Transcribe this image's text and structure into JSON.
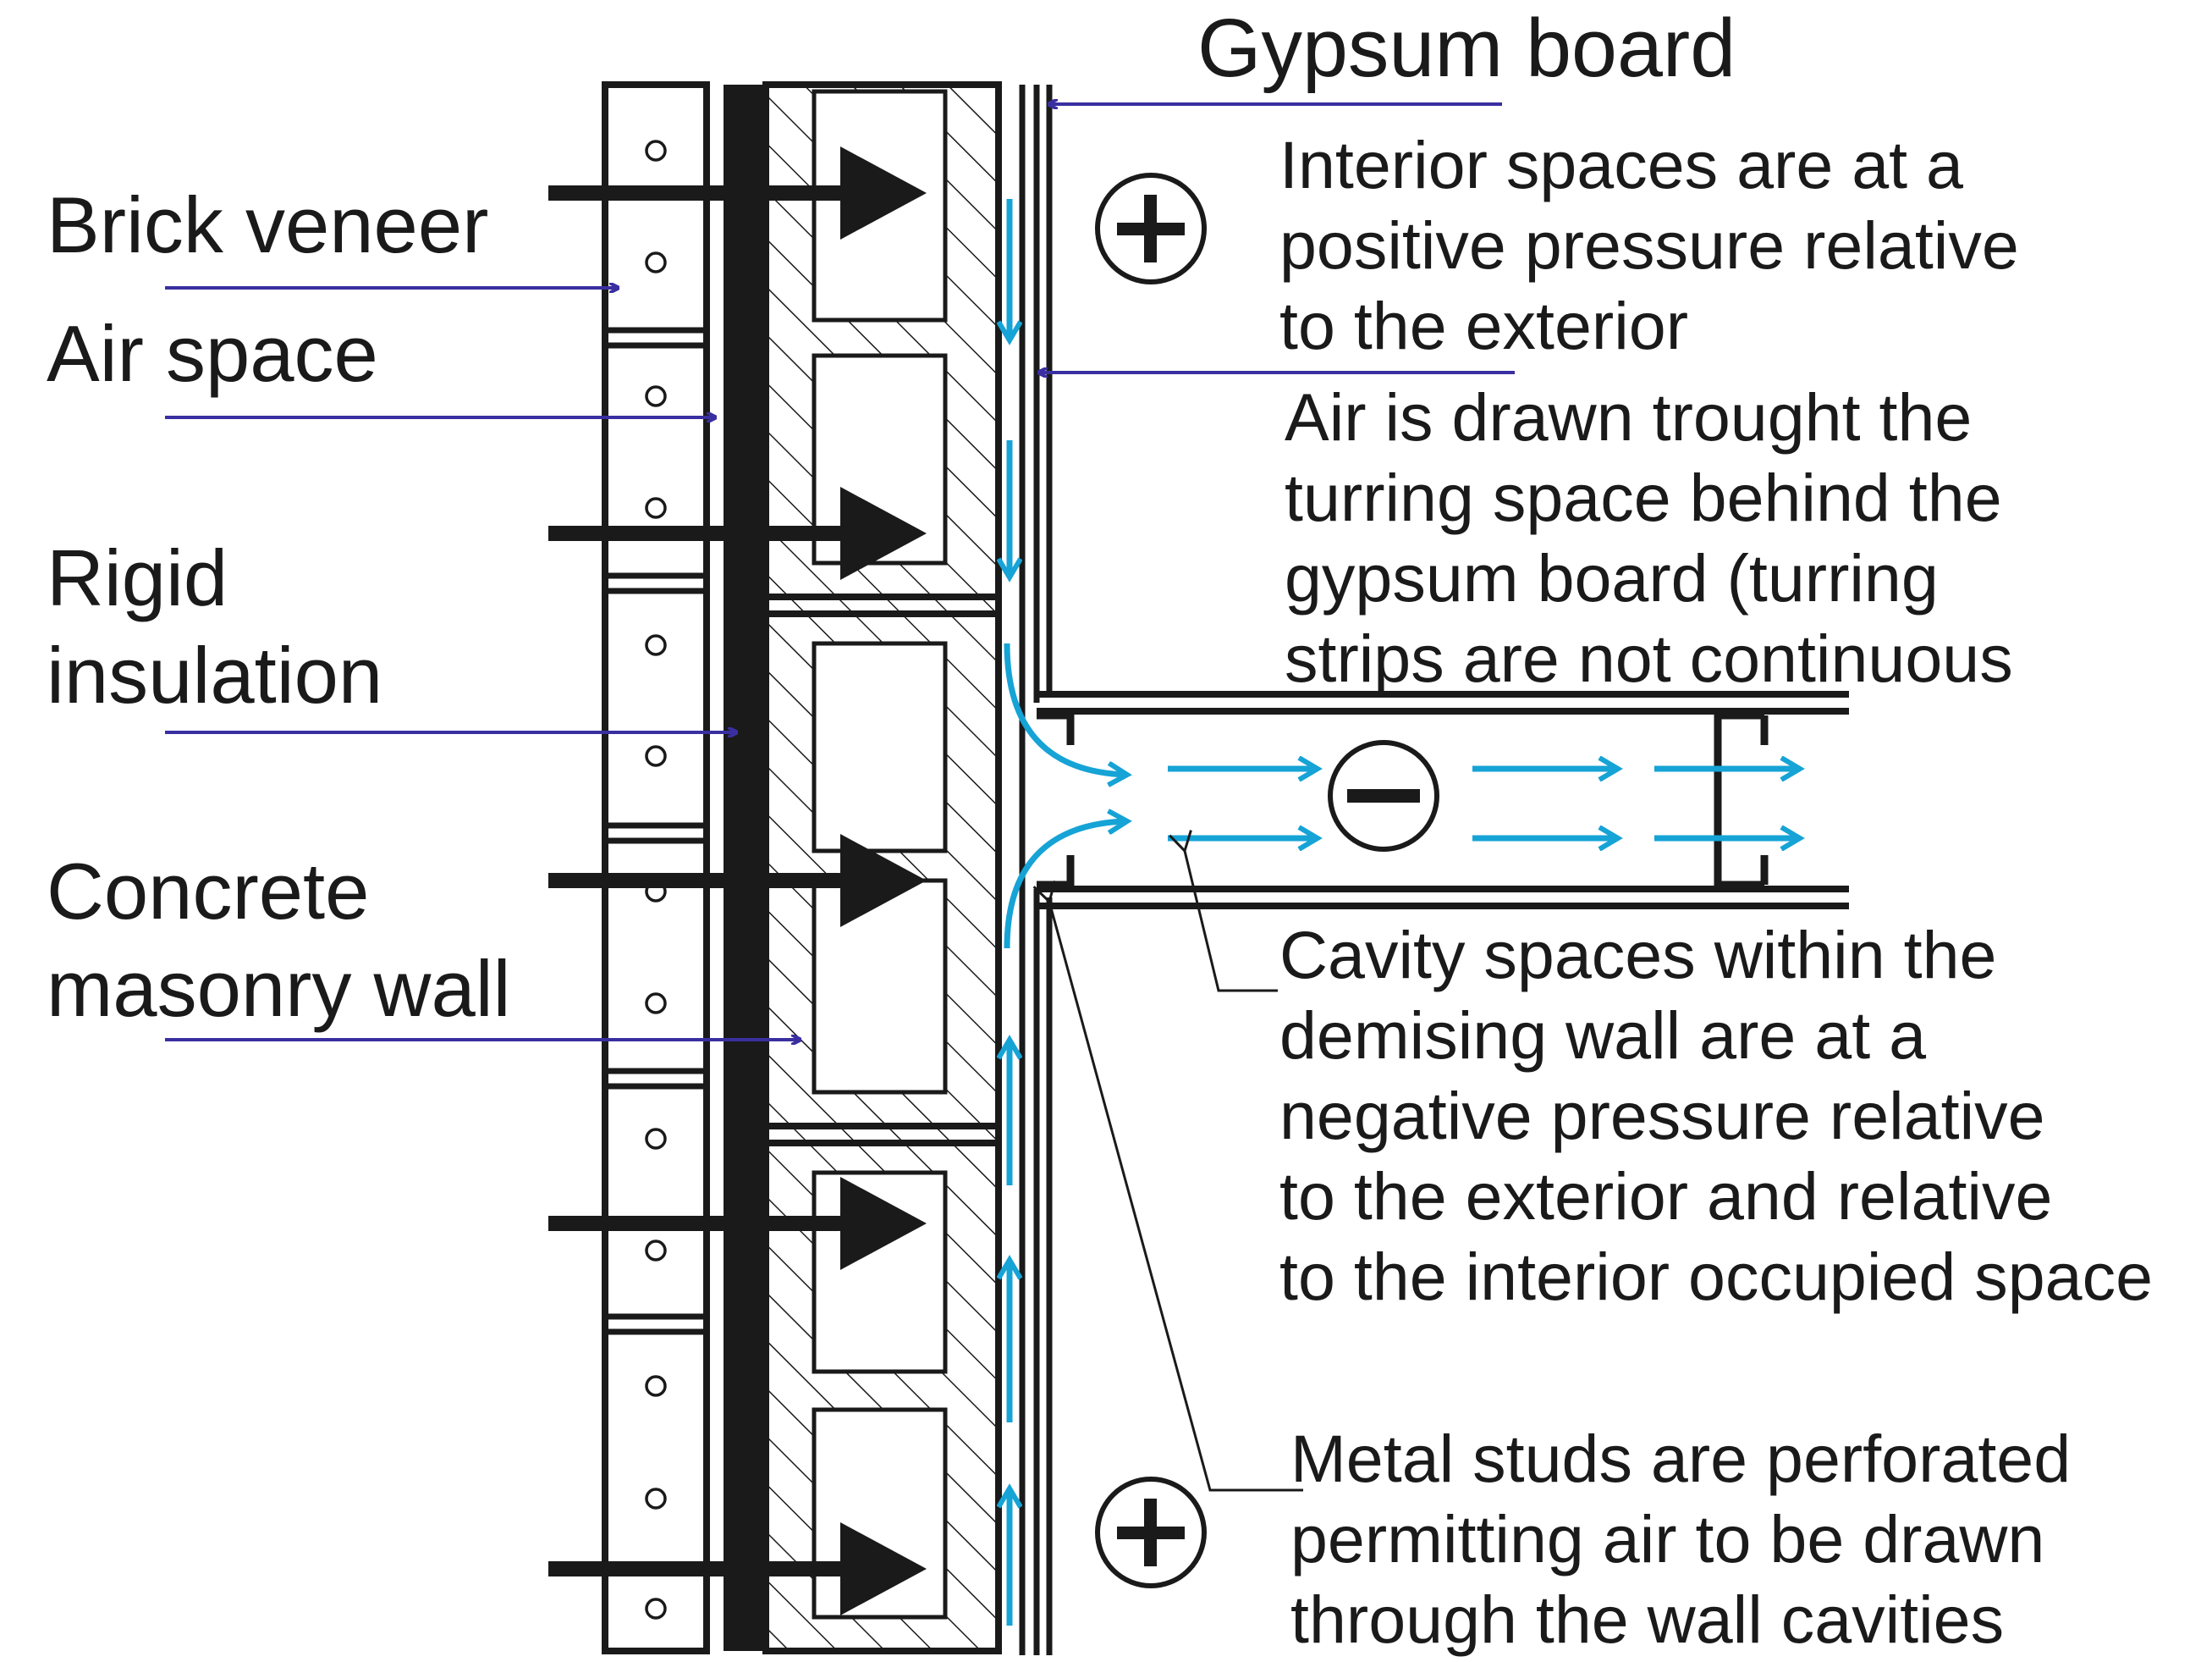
{
  "labels": {
    "gypsum_board": "Gypsum board",
    "brick_veneer": "Brick veneer",
    "air_space": "Air space",
    "rigid_insulation": [
      "Rigid",
      "insulation"
    ],
    "concrete_masonry_wall": [
      "Concrete",
      "masonry wall"
    ]
  },
  "notes": {
    "interior_pressure": [
      "Interior spaces are at a",
      "positive pressure relative",
      "to the exterior"
    ],
    "air_drawn": [
      "Air is drawn trought the",
      "turring space behind the",
      "gypsum board (turring",
      "strips are not continuous"
    ],
    "cavity_spaces": [
      "Cavity spaces within the",
      "demising wall are at a",
      "negative pressure relative",
      "to the exterior and relative",
      "to the interior occupied space"
    ],
    "metal_studs": [
      "Metal studs are perforated",
      "permitting air to be drawn",
      "through the wall cavities"
    ]
  },
  "symbols": {
    "positive": "+",
    "negative": "−"
  },
  "colors": {
    "ink": "#1a1a1a",
    "leader": "#3a2fa0",
    "airflow": "#16a3d6",
    "background": "#ffffff"
  }
}
